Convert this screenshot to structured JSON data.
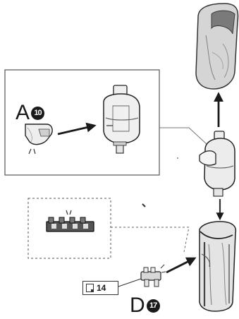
{
  "parts": {
    "part_a": {
      "letter": "A",
      "number": "10"
    },
    "part_d": {
      "letter": "D",
      "number": "17"
    }
  },
  "page_reference": {
    "page": "14",
    "icon": "page-icon"
  }
}
